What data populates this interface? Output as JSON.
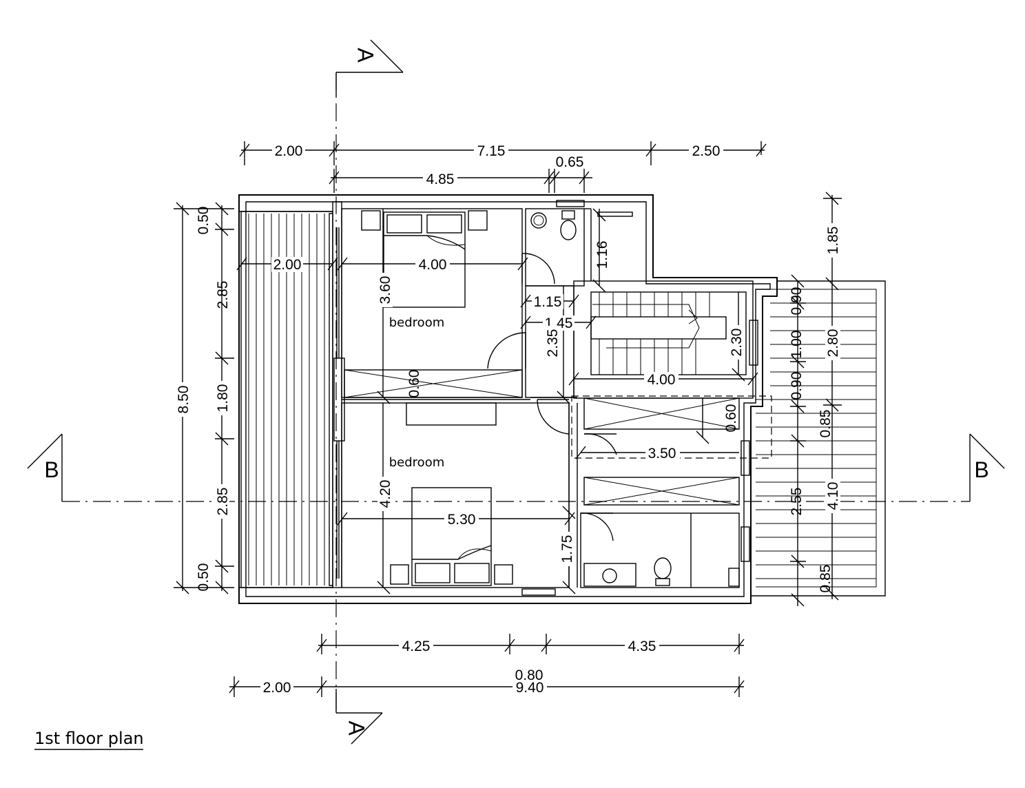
{
  "title": "1st floor plan",
  "sections": {
    "a": "A",
    "b": "B"
  },
  "rooms": {
    "bedroom_upper": "bedroom",
    "bedroom_lower": "bedroom"
  },
  "dims": {
    "top_2_00": "2.00",
    "top_7_15": "7.15",
    "top_2_50": "2.50",
    "top_4_85": "4.85",
    "top_0_65": "0.65",
    "left_0_50_top": "0.50",
    "left_2_85_top": "2.85",
    "left_8_50": "8.50",
    "left_1_80": "1.80",
    "left_2_85_bottom": "2.85",
    "left_0_50_bottom": "0.50",
    "balcony_2_00": "2.00",
    "bed1_4_00": "4.00",
    "bed1_3_60": "3.60",
    "bath_1_16": "1.16",
    "hall_1_15": "1.15",
    "hall_1_45": "1.45",
    "hall_2_35": "2.35",
    "closet_0_60_left": "0.60",
    "stair_4_00": "4.00",
    "stair_2_30": "2.30",
    "closet_0_60_right": "0.60",
    "closet_3_50": "3.50",
    "bed2_4_20": "4.20",
    "bed2_5_30": "5.30",
    "bath2_1_75": "1.75",
    "right_1_85": "1.85",
    "right_0_90_top": "0.90",
    "right_1_00": "1.00",
    "right_2_80": "2.80",
    "right_0_90_bottom": "0.90",
    "right_0_85_top": "0.85",
    "right_2_55": "2.55",
    "right_4_10": "4.10",
    "right_0_85_bottom": "0.85",
    "bottom_4_25": "4.25",
    "bottom_4_35": "4.35",
    "bottom_0_80": "0.80",
    "bottom_2_00": "2.00",
    "bottom_9_40": "9.40"
  }
}
